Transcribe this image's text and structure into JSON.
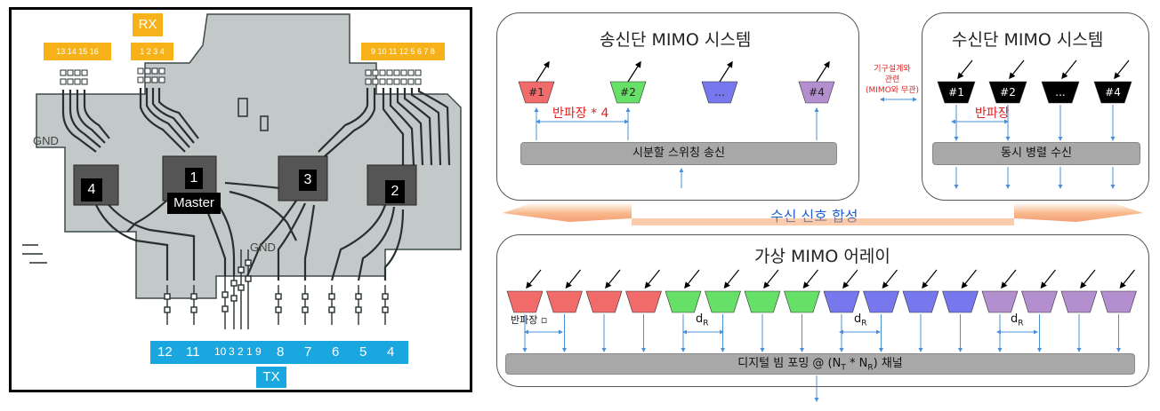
{
  "pcb": {
    "rx_label": "RX",
    "tx_label": "TX",
    "rx_groups": [
      "13 14 15 16",
      "1 2 3 4",
      "9 10 11 12 5 6 7 8"
    ],
    "tx_numbers": [
      "12",
      "11",
      "10",
      "3",
      "2",
      "1",
      "9",
      "8",
      "7",
      "6",
      "5",
      "4"
    ],
    "chips": [
      {
        "id": "chip-4",
        "label": "4"
      },
      {
        "id": "chip-1",
        "label": "1"
      },
      {
        "id": "chip-3",
        "label": "3"
      },
      {
        "id": "chip-2",
        "label": "2"
      }
    ],
    "master_label": "Master",
    "gnd_labels": [
      "GND",
      "GND"
    ]
  },
  "tx_system": {
    "title": "송신단 MIMO 시스템",
    "antennas": [
      "#1",
      "#2",
      "...",
      "#4"
    ],
    "spacing_note": "반파장 * 4",
    "bar_label": "시분할 스위칭 송신"
  },
  "rx_system": {
    "title": "수신단 MIMO 시스템",
    "antennas": [
      "#1",
      "#2",
      "...",
      "#4"
    ],
    "spacing_note": "반파장",
    "bar_label": "동시 병렬 수신"
  },
  "middle_note": [
    "기구설계와",
    "관련",
    "(MIMO와 무관)"
  ],
  "combine_label": "수신 신호 합성",
  "virtual_array": {
    "title": "가상 MIMO 어레이",
    "half_wave_label": "반파장",
    "d_label": "d",
    "d_sub": "R",
    "bar_prefix": "디지털 빔 포밍 @ (N",
    "bar_sub_t": "T",
    "bar_mid": " * N",
    "bar_sub_r": "R",
    "bar_suffix": ") 채널"
  },
  "colors": {
    "red": "#f26b6b",
    "green": "#66e066",
    "blue": "#7777ee",
    "purple": "#b48fd0",
    "black": "#000000",
    "arrow": "#4a90d9",
    "orange_tag": "#f7b21a",
    "blue_tag": "#1aa7e0"
  }
}
